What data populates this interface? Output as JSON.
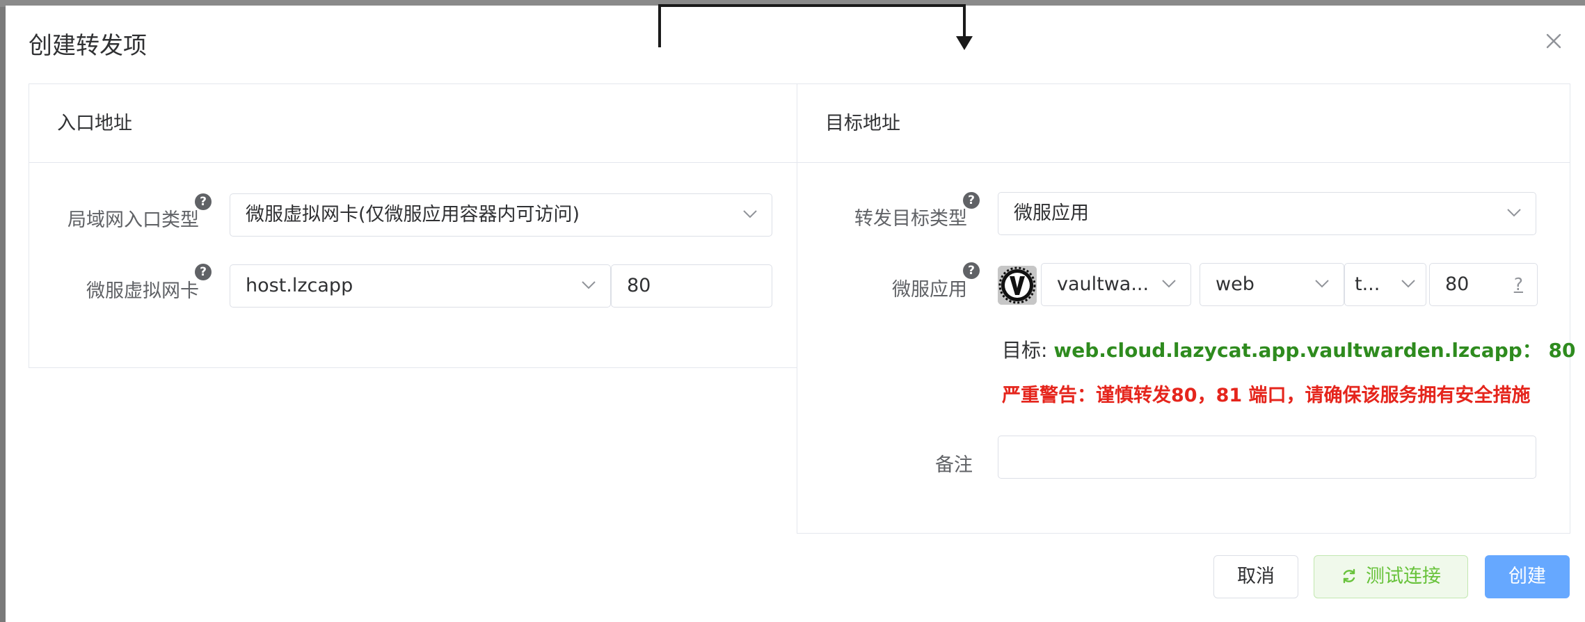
{
  "dialog": {
    "title": "创建转发项"
  },
  "entry": {
    "header": "入口地址",
    "lan_type_label": "局域网入口类型",
    "lan_type_value": "微服虚拟网卡(仅微服应用容器内可访问)",
    "vnic_label": "微服虚拟网卡",
    "vnic_value": "host.lzcapp",
    "port_value": "80"
  },
  "target": {
    "header": "目标地址",
    "type_label": "转发目标类型",
    "type_value": "微服应用",
    "app_label": "微服应用",
    "app_value": "vaultwa...",
    "service_value": "web",
    "protocol_value": "t...",
    "port_value": "80",
    "port_hint": "?",
    "target_label": "目标:",
    "target_host": "web.cloud.lazycat.app.vaultwarden.lzcapp：  80",
    "warning": "严重警告：谨慎转发80，81 端口，请确保该服务拥有安全措施",
    "remark_label": "备注",
    "remark_value": ""
  },
  "help_glyph": "?",
  "buttons": {
    "cancel": "取消",
    "test": "测试连接",
    "create": "创建"
  },
  "icons": {
    "close": "close-icon",
    "help": "help-icon",
    "chevron": "chevron-down-icon",
    "refresh": "refresh-icon",
    "app": "vaultwarden-icon"
  },
  "colors": {
    "primary": "#66a8ff",
    "success": "#67c23a",
    "target_host": "#2e8b1e",
    "danger": "#e5251c"
  }
}
